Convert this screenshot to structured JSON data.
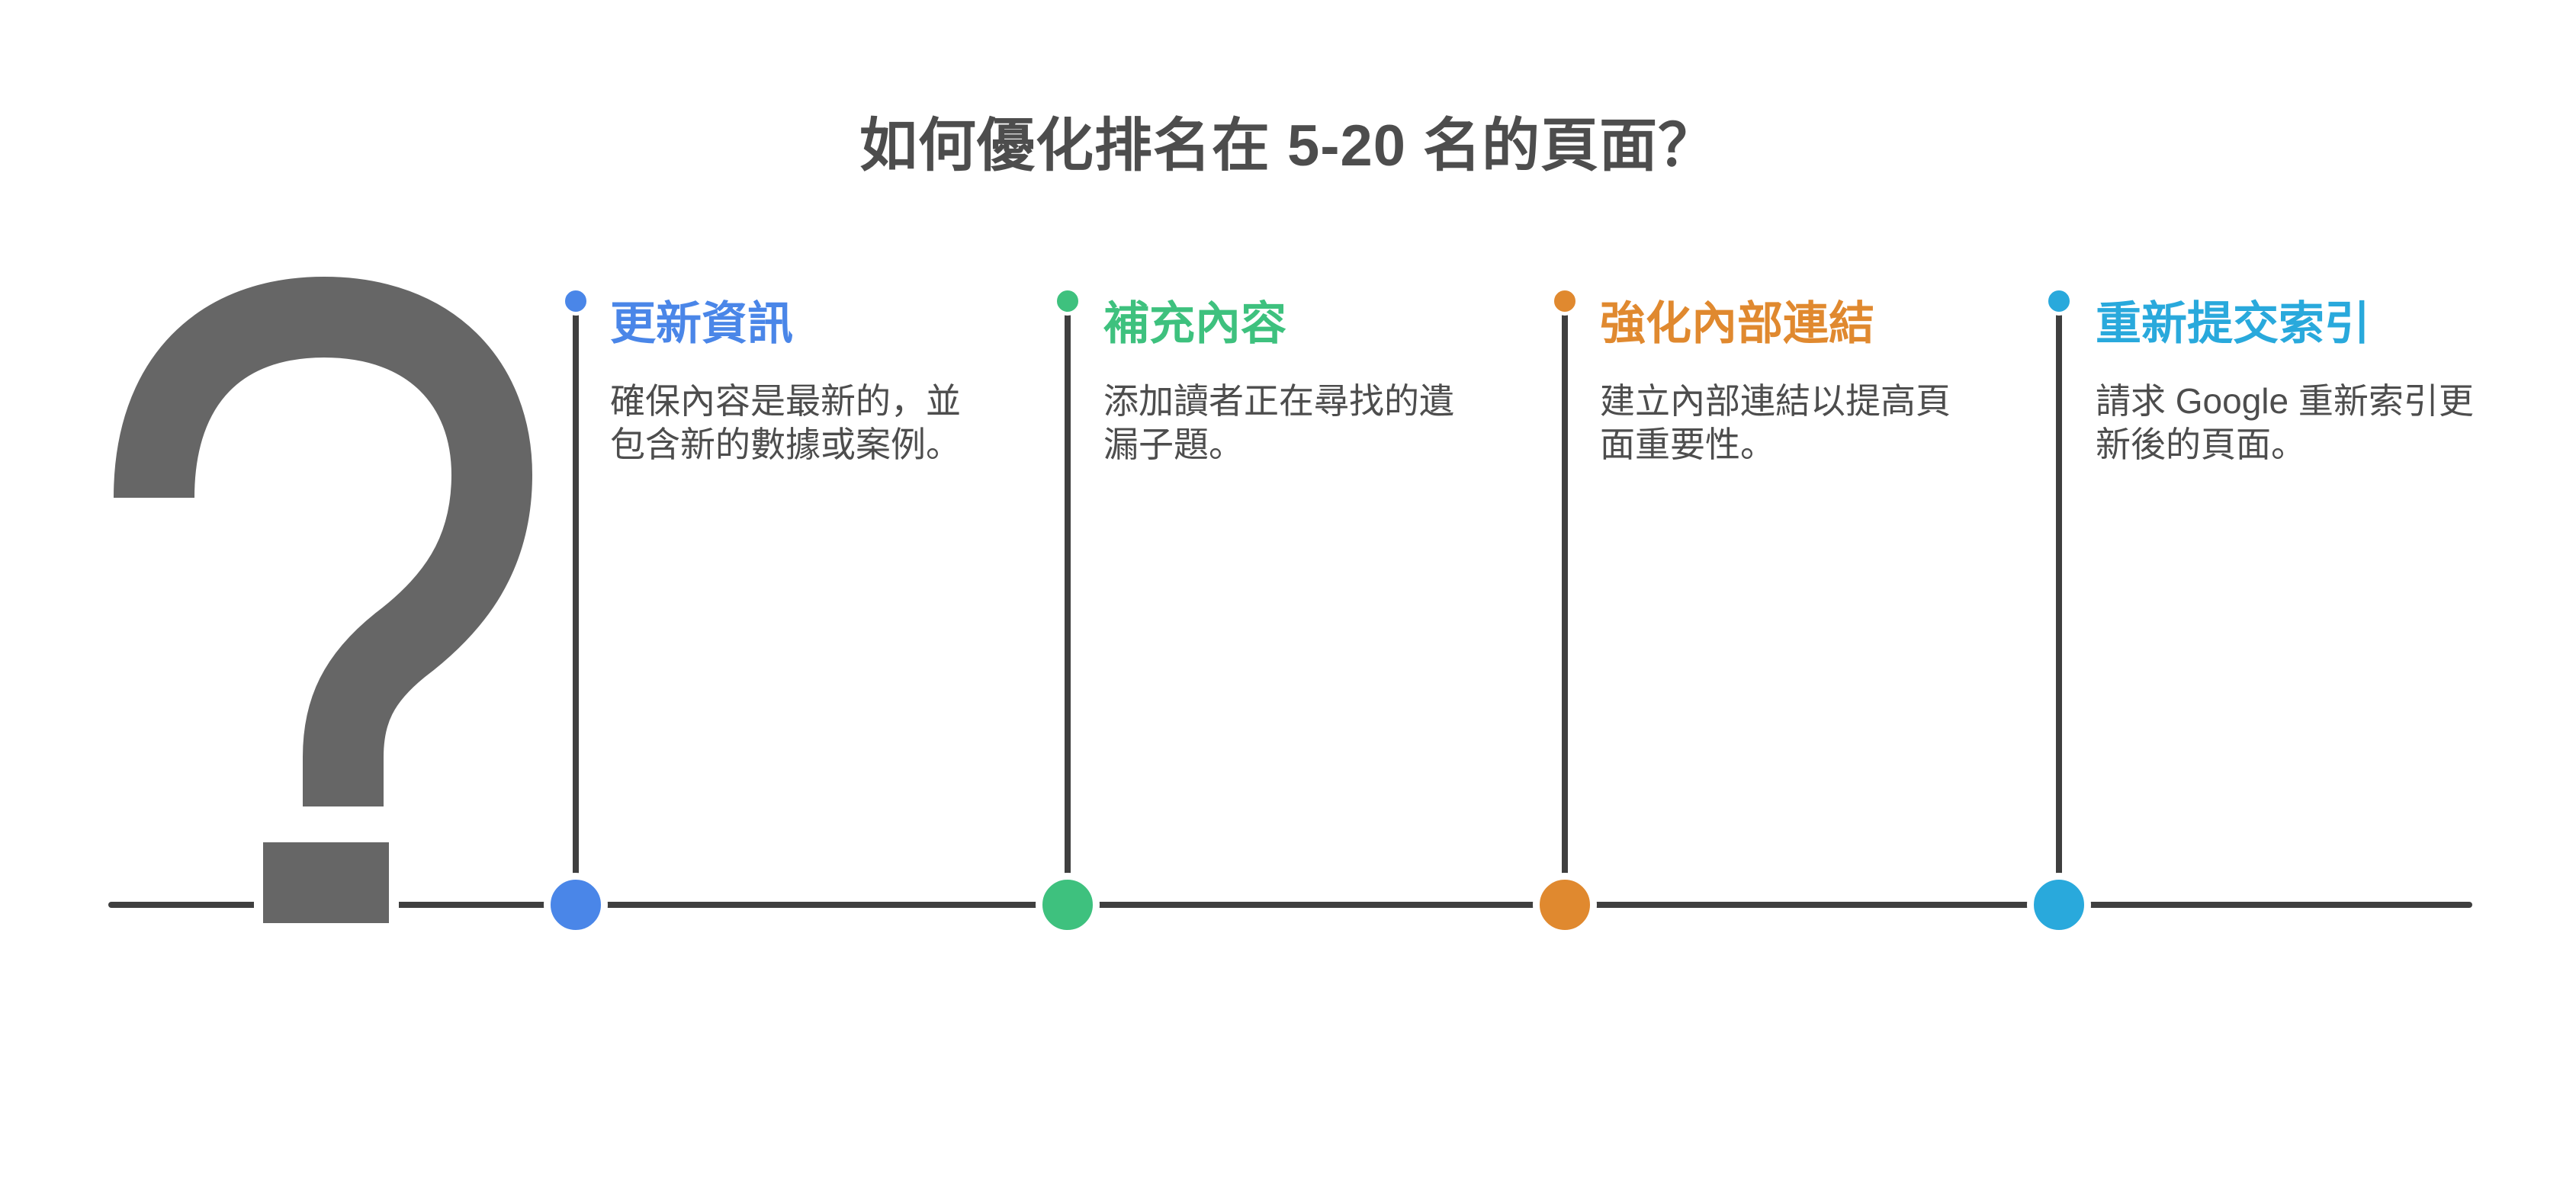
{
  "page": {
    "title": "如何優化排名在 5-20 名的頁面？",
    "background_color": "#ffffff",
    "title_color": "#4d4d4d"
  },
  "decor": {
    "question_mark_glyph": "?",
    "question_mark_color": "#666666",
    "line_color": "#3f3f3f",
    "body_text_color": "#4d4d4d"
  },
  "steps": [
    {
      "heading": "更新資訊",
      "body": "確保內容是最新的，並\n包含新的數據或案例。",
      "color": "#4a86e8"
    },
    {
      "heading": "補充內容",
      "body": "添加讀者正在尋找的遺\n漏子題。",
      "color": "#3ec17e"
    },
    {
      "heading": "強化內部連結",
      "body": "建立內部連結以提高頁\n面重要性。",
      "color": "#e0892f"
    },
    {
      "heading": "重新提交索引",
      "body": "請求 Google 重新索引更\n新後的頁面。",
      "color": "#29a9dc"
    }
  ]
}
